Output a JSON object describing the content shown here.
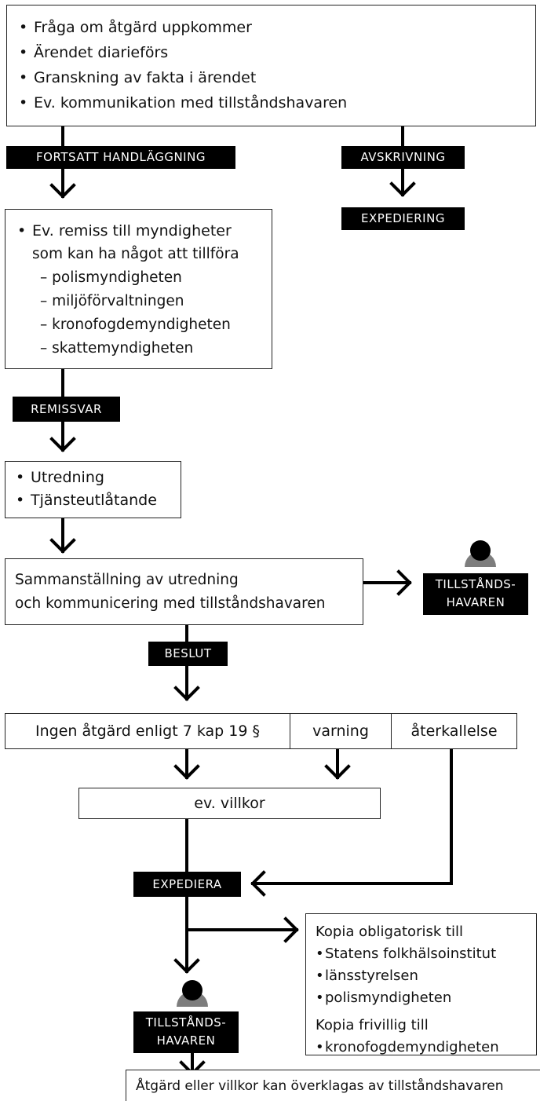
{
  "box_intake": {
    "items": [
      "Fråga om åtgärd uppkommer",
      "Ärendet diarieförs",
      "Granskning av fakta i ärendet",
      "Ev. kommunikation med tillståndshavaren"
    ]
  },
  "labels": {
    "fortsatt": "FORTSATT HANDLÄGGNING",
    "avskrivning": "AVSKRIVNING",
    "expediering": "EXPEDIERING",
    "remissvar": "REMISSVAR",
    "beslut": "BESLUT",
    "expediera": "EXPEDIERA"
  },
  "box_remiss": {
    "line1": "Ev. remiss till myndigheter",
    "line2": "som kan ha något att tillföra",
    "subs": [
      "– polismyndigheten",
      "– miljöförvaltningen",
      "– kronofogdemyndigheten",
      "– skattemyndigheten"
    ]
  },
  "box_utredning": {
    "items": [
      "Utredning",
      "Tjänsteutlåtande"
    ]
  },
  "box_sammanstallning": {
    "line1": "Sammanställning av utredning",
    "line2": "och kommunicering med tillståndshavaren"
  },
  "holder_top": {
    "line1": "TILLSTÅNDS-",
    "line2": "HAVAREN"
  },
  "decision_row": {
    "ingen": "Ingen åtgärd enligt 7 kap 19 §",
    "varning": "varning",
    "aterkallelse": "återkallelse"
  },
  "box_villkor": {
    "text": "ev. villkor"
  },
  "box_kopia": {
    "heading_oblig": "Kopia obligatorisk till",
    "oblig": [
      "Statens folkhälsoinstitut",
      "länsstyrelsen",
      "polismyndigheten"
    ],
    "heading_friv": "Kopia frivillig till",
    "friv": [
      "kronofogdemyndigheten"
    ]
  },
  "holder_bottom": {
    "line1": "TILLSTÅNDS-",
    "line2": "HAVAREN"
  },
  "box_overklagan": {
    "text": "Åtgärd eller villkor kan överklagas av tillståndshavaren"
  }
}
